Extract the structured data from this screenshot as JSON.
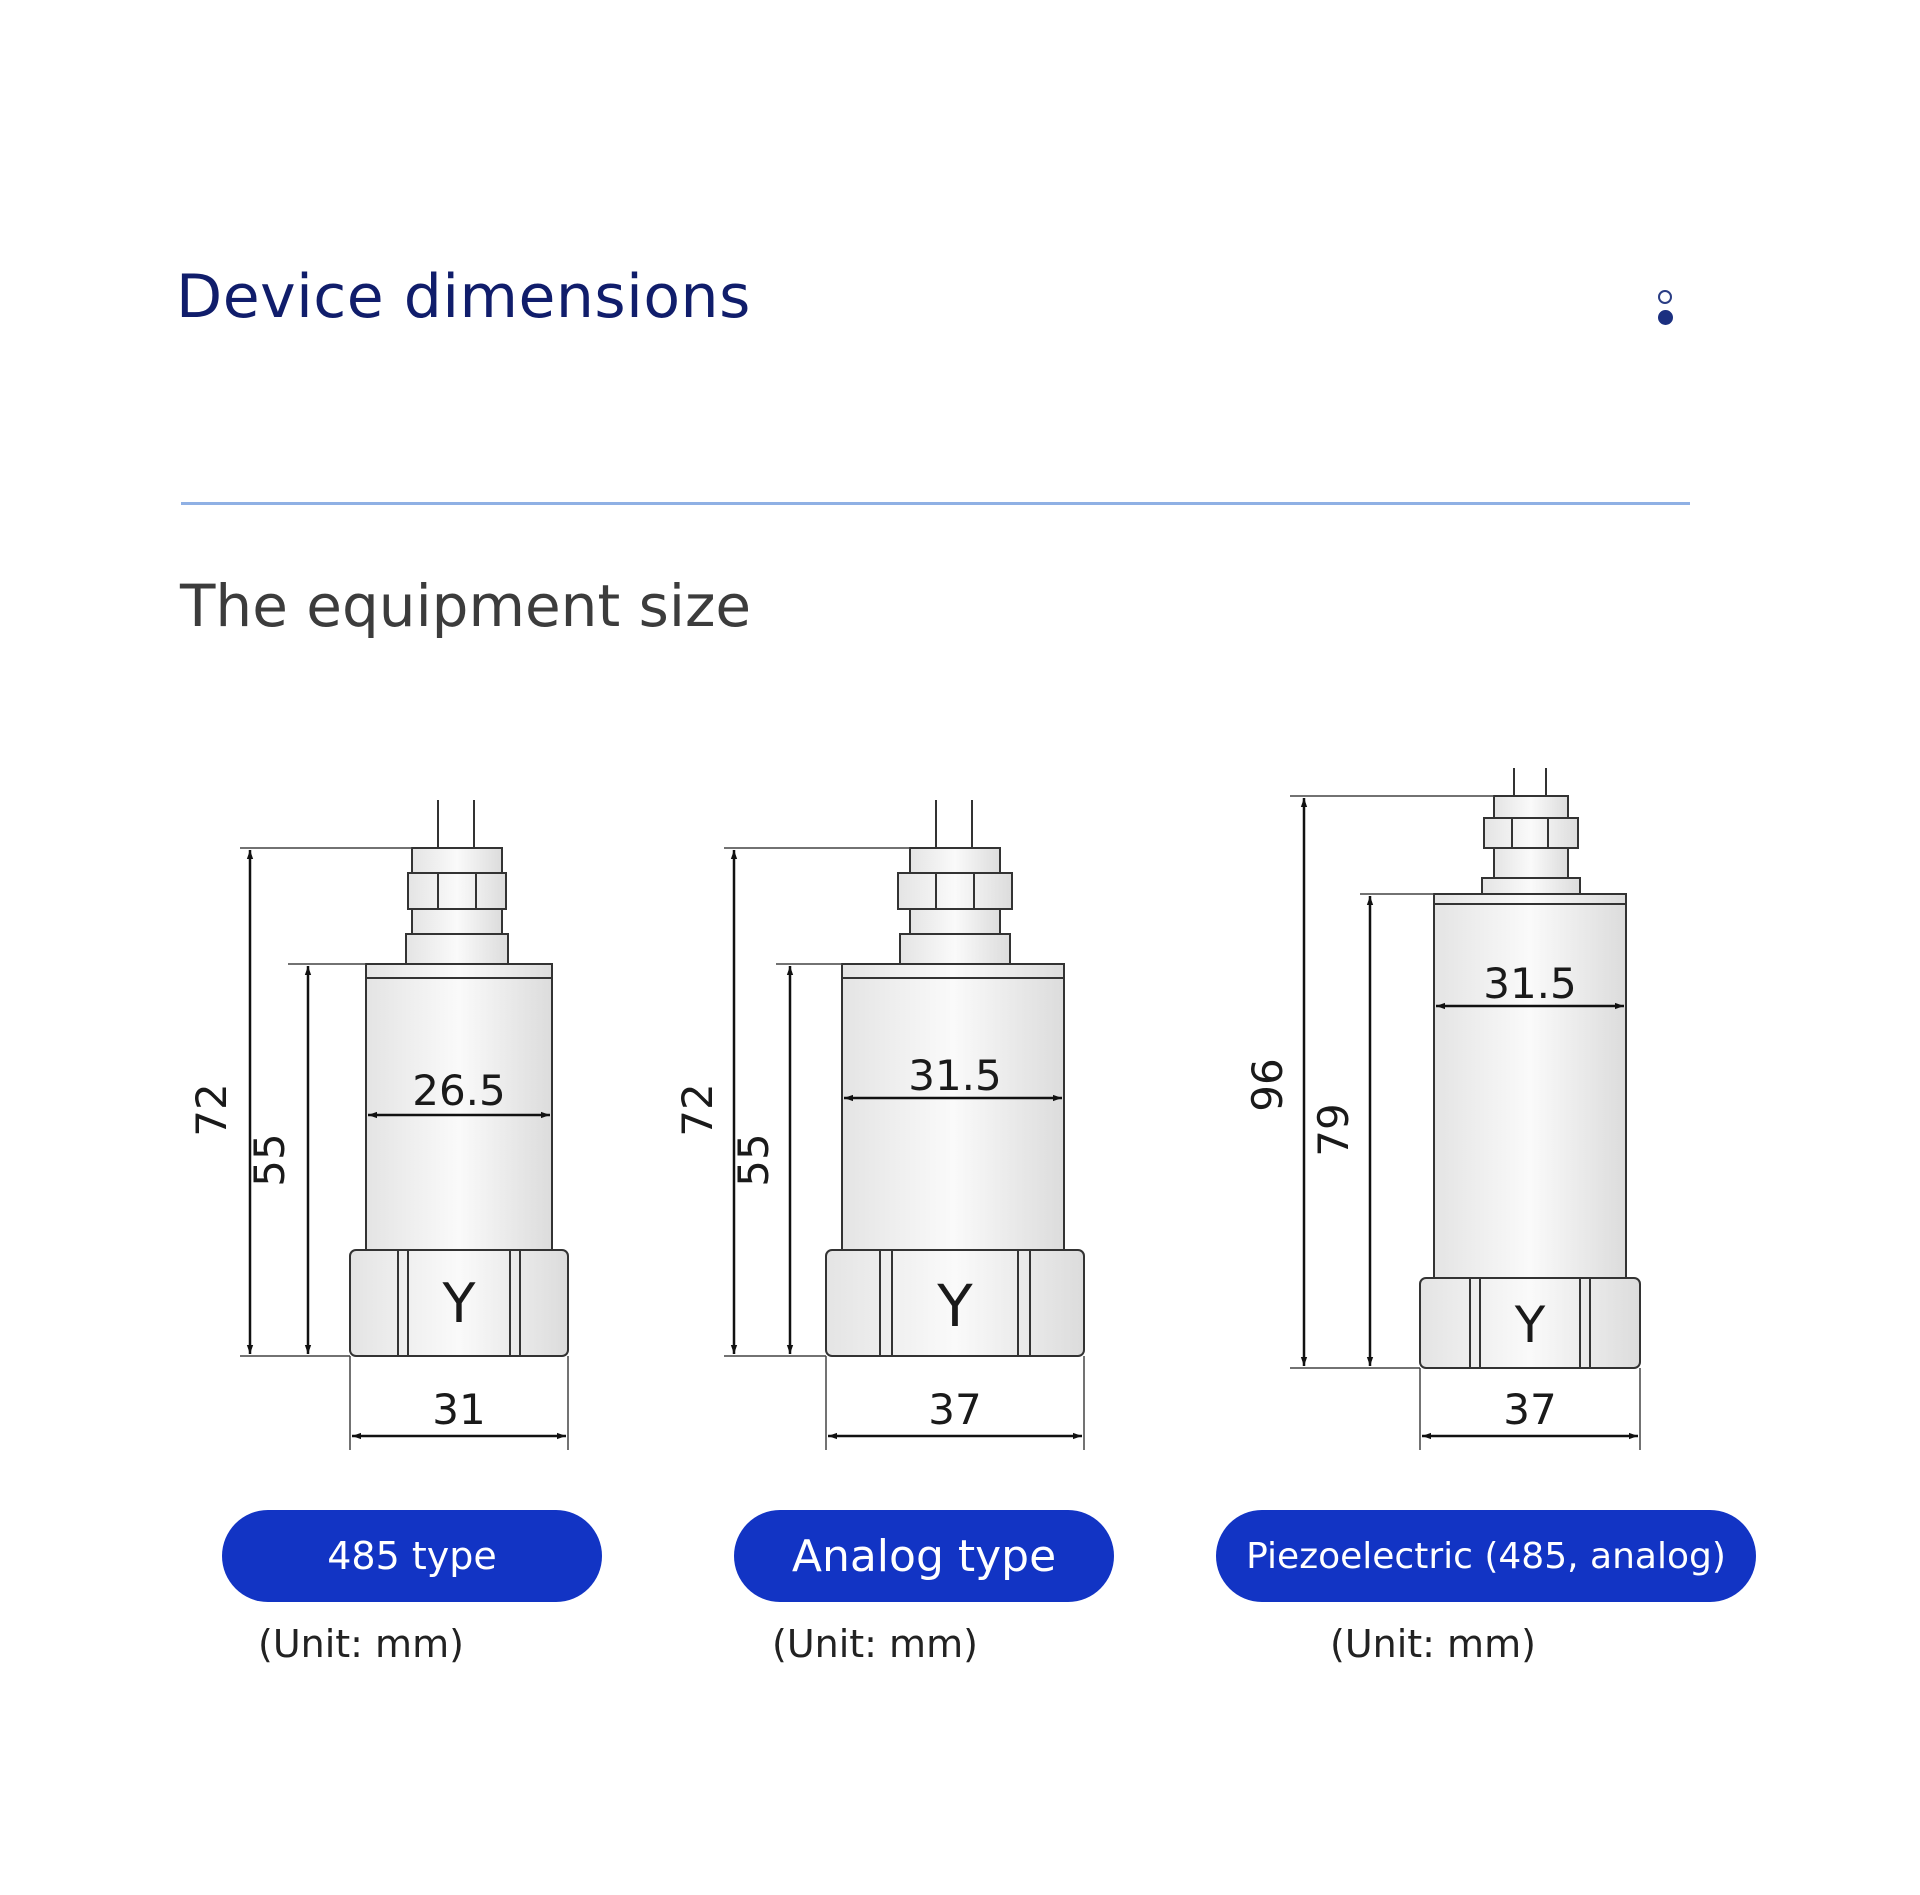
{
  "header": {
    "title": "Device dimensions"
  },
  "section": {
    "title": "The equipment size"
  },
  "devices": [
    {
      "type_label": "485 type",
      "unit": "(Unit: mm)",
      "dims": {
        "total_height": "72",
        "body_height": "55",
        "body_width": "26.5",
        "base_width": "31"
      },
      "nut_mark": "Y"
    },
    {
      "type_label": "Analog type",
      "unit": "(Unit: mm)",
      "dims": {
        "total_height": "72",
        "body_height": "55",
        "body_width": "31.5",
        "base_width": "37"
      },
      "nut_mark": "Y"
    },
    {
      "type_label": "Piezoelectric (485, analog)",
      "unit": "(Unit: mm)",
      "dims": {
        "total_height": "96",
        "body_height": "79",
        "body_width": "31.5",
        "base_width": "37"
      },
      "nut_mark": "Y"
    }
  ],
  "colors": {
    "title": "#101d6b",
    "divider": "#8fb0e4",
    "pill": "#1234c4",
    "pill_text": "#ffffff"
  }
}
